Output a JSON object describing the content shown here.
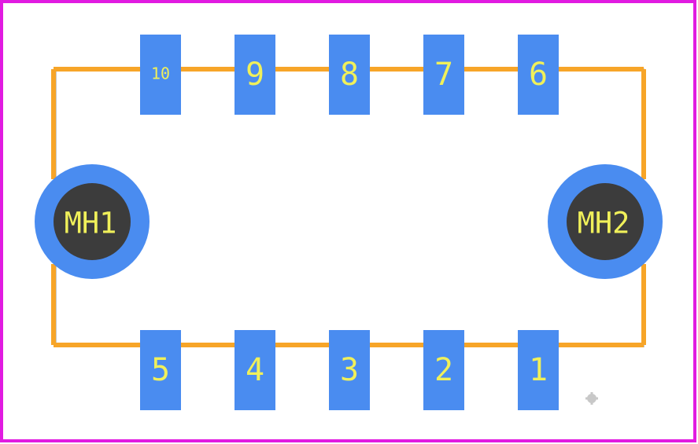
{
  "footprint": {
    "colors": {
      "boundary": "#e11be1",
      "pad": "#4a8cf0",
      "silkscreen": "#f7a528",
      "courtyard": "#c8c8c8",
      "drill_hole": "#3c3c3c",
      "label": "#f0f05a",
      "background": "#ffffff"
    },
    "top_pads": [
      {
        "number": "10"
      },
      {
        "number": "9"
      },
      {
        "number": "8"
      },
      {
        "number": "7"
      },
      {
        "number": "6"
      }
    ],
    "bottom_pads": [
      {
        "number": "5"
      },
      {
        "number": "4"
      },
      {
        "number": "3"
      },
      {
        "number": "2"
      },
      {
        "number": "1"
      }
    ],
    "mounting_holes": [
      {
        "label": "MH1"
      },
      {
        "label": "MH2"
      }
    ]
  }
}
